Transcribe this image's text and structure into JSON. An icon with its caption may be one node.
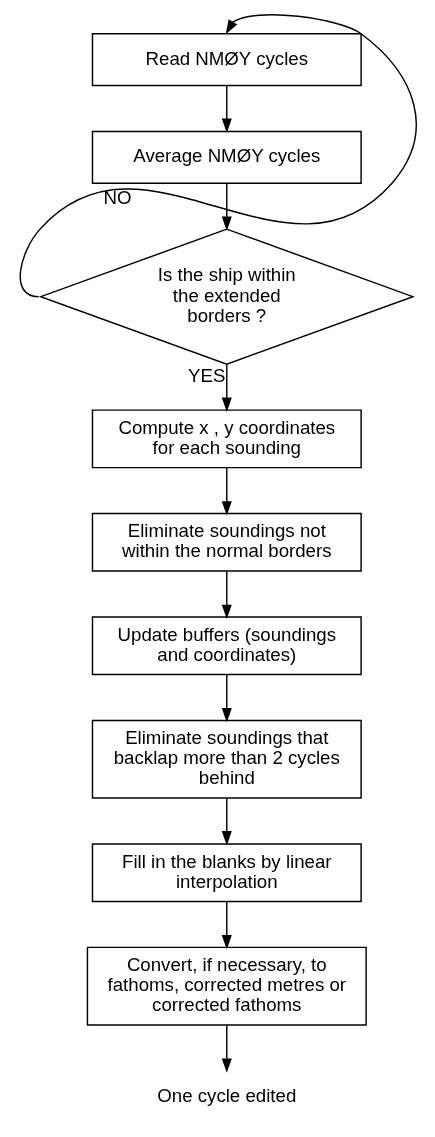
{
  "diagram": {
    "nodes": [
      {
        "text": [
          "Read NMØY cycles"
        ]
      },
      {
        "text": [
          "Average NMØY cycles"
        ]
      },
      {
        "text": [
          "Is the ship within the extended borders ?"
        ]
      },
      {
        "text": [
          "Compute x , y coordinates for each sounding"
        ]
      },
      {
        "text": [
          "Eliminate soundings not within the normal borders"
        ]
      },
      {
        "text": [
          "Update buffers (soundings and coordinates)"
        ]
      },
      {
        "text": [
          "Eliminate soundings that backlap more than 2 cycles behind"
        ]
      },
      {
        "text": [
          "Fill in the blanks by linear interpolation"
        ]
      },
      {
        "text": [
          "Convert, if necessary, to fathoms, corrected metres or corrected fathoms"
        ]
      },
      {
        "text": [
          "One cycle edited"
        ]
      }
    ],
    "edges": [
      {
        "from": 0,
        "to": 1,
        "arrow": "to"
      },
      {
        "from": 1,
        "to": 2,
        "arrow": "to"
      },
      {
        "from": 2,
        "to": 0,
        "arrow": "to",
        "label": "NO"
      },
      {
        "from": 2,
        "to": 3,
        "arrow": "to",
        "label": "YES"
      },
      {
        "from": 3,
        "to": 4,
        "arrow": "to"
      },
      {
        "from": 4,
        "to": 5,
        "arrow": "to"
      },
      {
        "from": 5,
        "to": 6,
        "arrow": "to"
      },
      {
        "from": 6,
        "to": 7,
        "arrow": "to"
      },
      {
        "from": 7,
        "to": 8,
        "arrow": "to"
      },
      {
        "from": 8,
        "to": 9,
        "arrow": "to"
      }
    ]
  }
}
